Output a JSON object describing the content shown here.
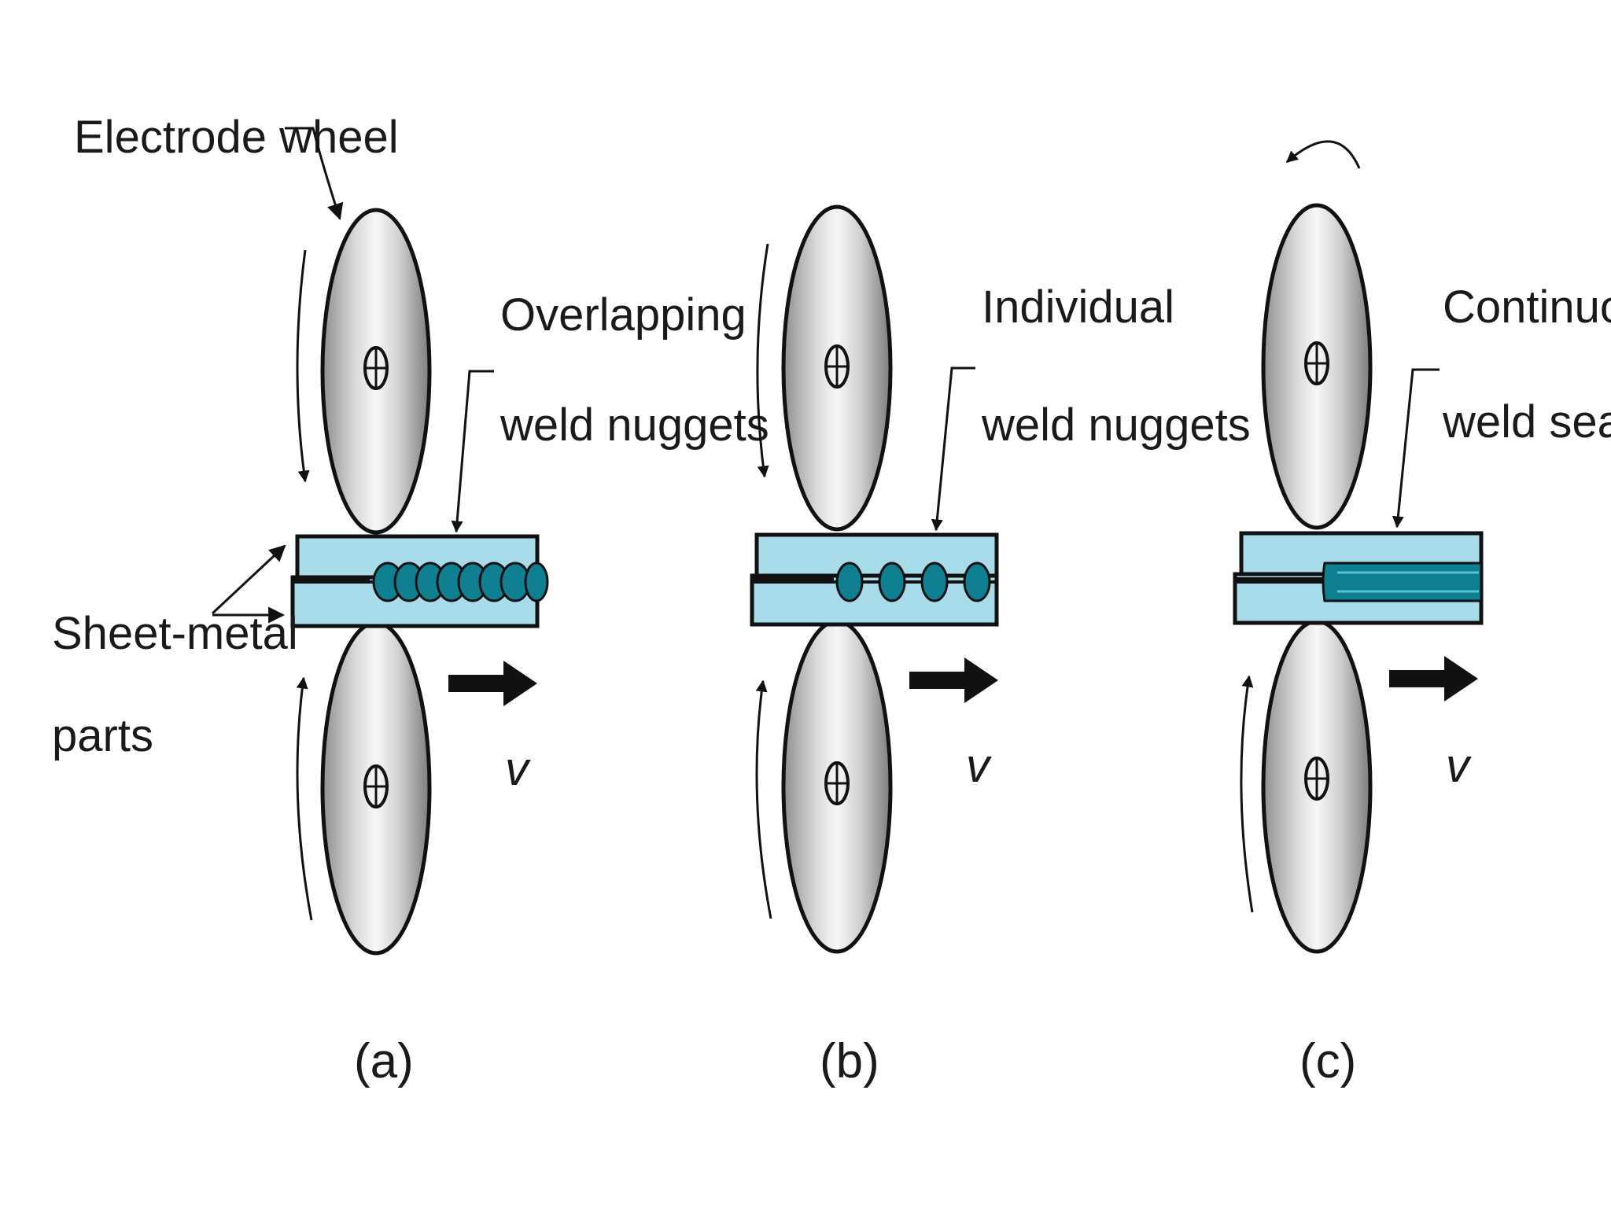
{
  "colors": {
    "sheet_fill": "#a9dcea",
    "nugget_fill": "#0f7f92",
    "outline": "#111111",
    "wheel_light": "#f7f7f7",
    "wheel_dark": "#8e8e8e"
  },
  "icons": [
    "rotation-arrow-icon",
    "feed-direction-arrow-icon",
    "axle-symbol-icon",
    "leader-arrow-icon"
  ],
  "labels": {
    "electrode_wheel": "Electrode wheel",
    "sheet_metal_line1": "Sheet-metal",
    "sheet_metal_line2": "parts"
  },
  "panels": [
    {
      "id": "a",
      "caption": "(a)",
      "velocity": "v",
      "weld_type": "overlapping",
      "label_line1": "Overlapping",
      "label_line2": "weld nuggets"
    },
    {
      "id": "b",
      "caption": "(b)",
      "velocity": "v",
      "weld_type": "individual",
      "label_line1": "Individual",
      "label_line2": "weld nuggets"
    },
    {
      "id": "c",
      "caption": "(c)",
      "velocity": "v",
      "weld_type": "continuous",
      "label_line1": "Continuous",
      "label_line2": "weld seam"
    }
  ]
}
